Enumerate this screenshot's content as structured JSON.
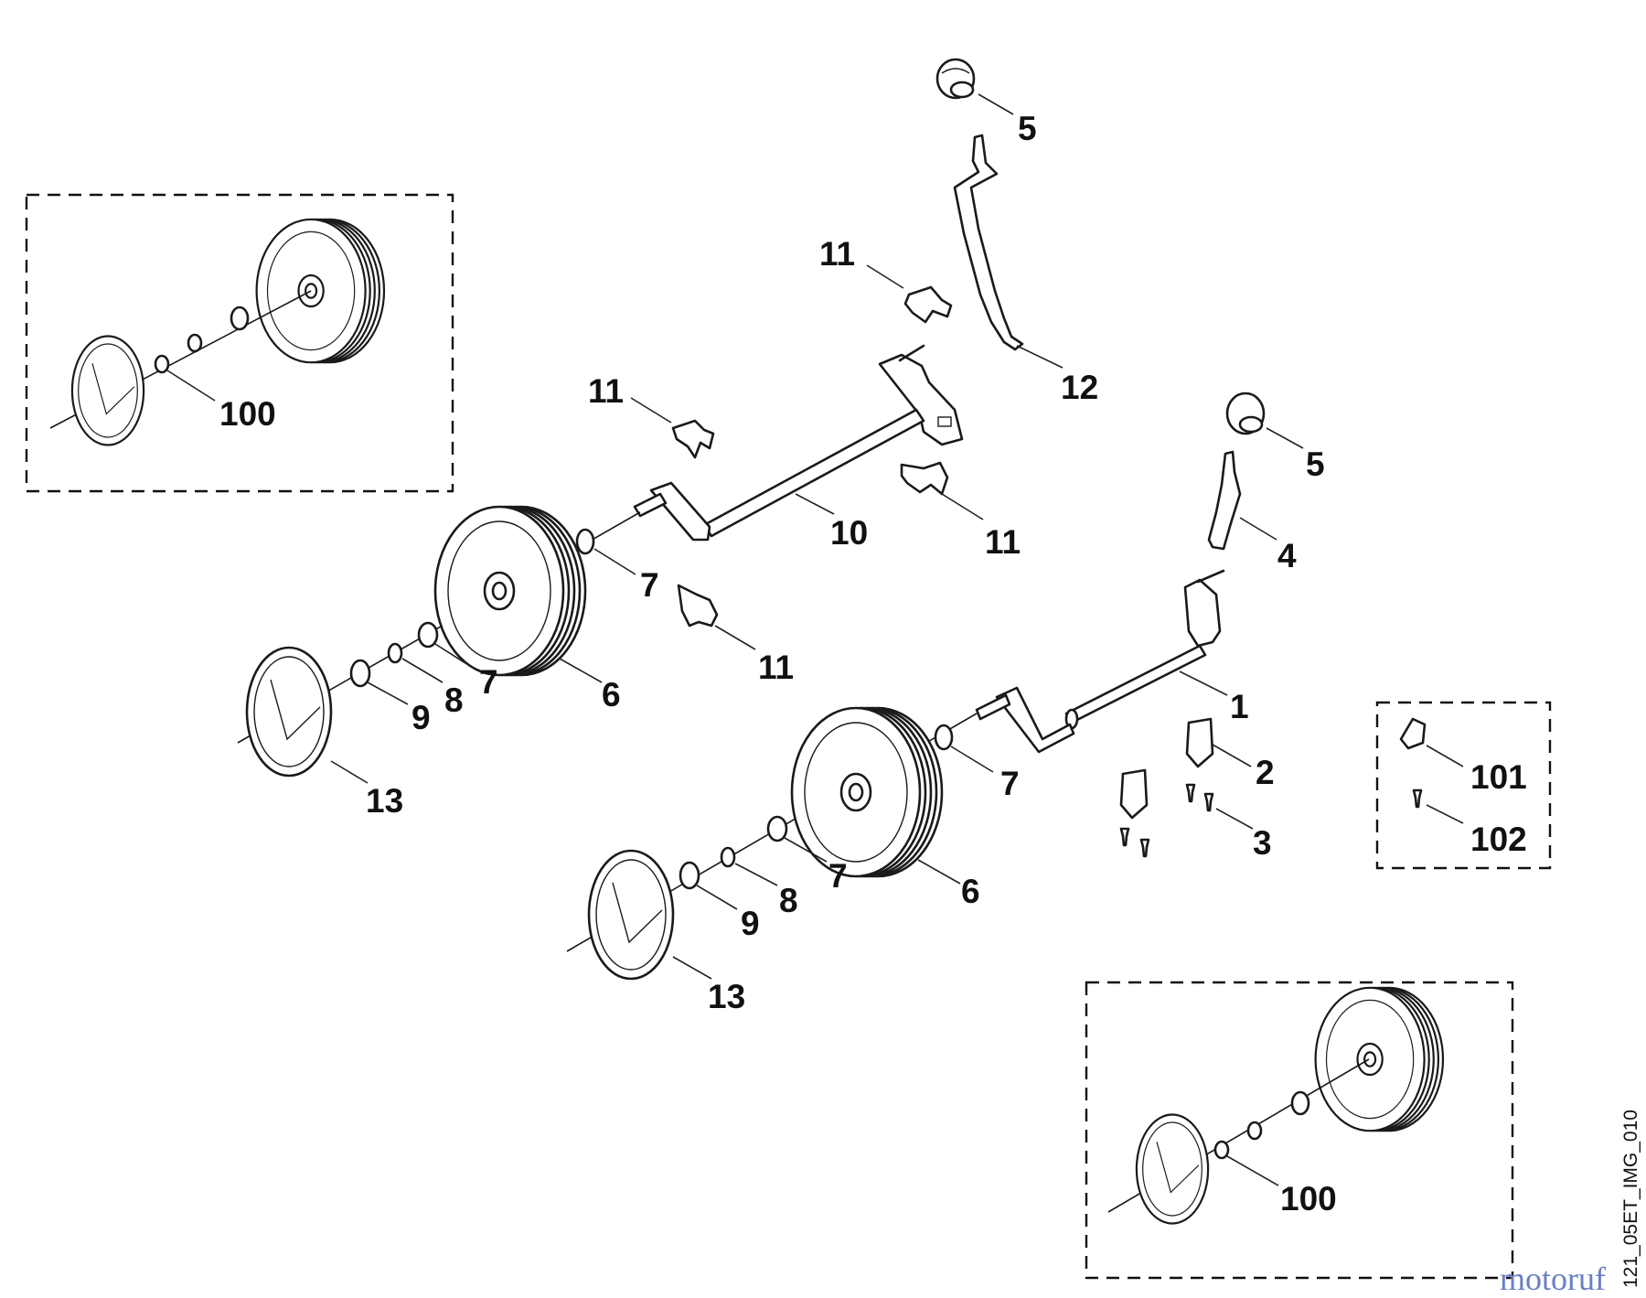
{
  "callouts": {
    "c5a": "5",
    "c5b": "5",
    "c12": "12",
    "c11_top": "11",
    "c11_left": "11",
    "c11_right": "11",
    "c11_low": "11",
    "c10": "10",
    "c4": "4",
    "c1": "1",
    "c7_a": "7",
    "c7_b": "7",
    "c7_c": "7",
    "c7_d": "7",
    "c6_a": "6",
    "c6_b": "6",
    "c8_a": "8",
    "c8_b": "8",
    "c9_a": "9",
    "c9_b": "9",
    "c13_a": "13",
    "c13_b": "13",
    "c2": "2",
    "c3": "3",
    "c100_a": "100",
    "c100_b": "100",
    "c101": "101",
    "c102": "102"
  },
  "image_code": "121_05ET_IMG_010",
  "watermark": "motoruf"
}
